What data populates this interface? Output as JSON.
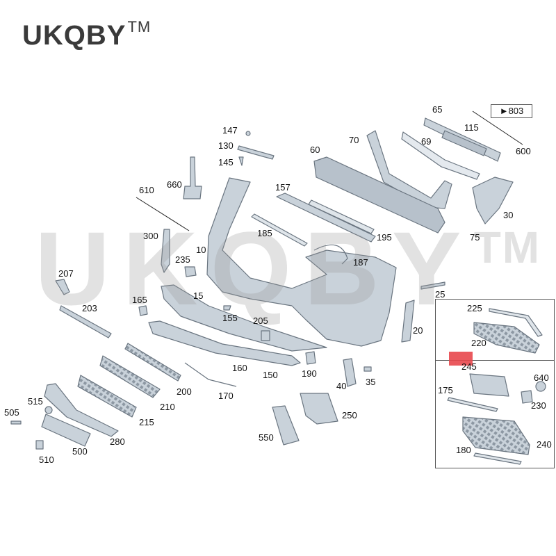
{
  "brand": {
    "name": "UKQBY",
    "tm": "TM"
  },
  "watermark": {
    "text": "UKQBY",
    "tm": "TM"
  },
  "reference_box": {
    "text": "803"
  },
  "colors": {
    "part_fill": "#c9d2da",
    "part_stroke": "#6a7580",
    "line": "#222222",
    "highlight": "#e8474d",
    "brand": "#3a3a3a"
  },
  "labels": [
    {
      "id": "l65",
      "text": "65"
    },
    {
      "id": "l115",
      "text": "115"
    },
    {
      "id": "l600",
      "text": "600"
    },
    {
      "id": "l69",
      "text": "69"
    },
    {
      "id": "l70",
      "text": "70"
    },
    {
      "id": "l60",
      "text": "60"
    },
    {
      "id": "l147",
      "text": "147"
    },
    {
      "id": "l130",
      "text": "130"
    },
    {
      "id": "l145",
      "text": "145"
    },
    {
      "id": "l660",
      "text": "660"
    },
    {
      "id": "l610",
      "text": "610"
    },
    {
      "id": "l157",
      "text": "157"
    },
    {
      "id": "l30",
      "text": "30"
    },
    {
      "id": "l75",
      "text": "75"
    },
    {
      "id": "l185",
      "text": "185"
    },
    {
      "id": "l195",
      "text": "195"
    },
    {
      "id": "l300",
      "text": "300"
    },
    {
      "id": "l10",
      "text": "10"
    },
    {
      "id": "l235",
      "text": "235"
    },
    {
      "id": "l187",
      "text": "187"
    },
    {
      "id": "l207",
      "text": "207"
    },
    {
      "id": "l165",
      "text": "165"
    },
    {
      "id": "l15",
      "text": "15"
    },
    {
      "id": "l25",
      "text": "25"
    },
    {
      "id": "l203",
      "text": "203"
    },
    {
      "id": "l155",
      "text": "155"
    },
    {
      "id": "l205",
      "text": "205"
    },
    {
      "id": "l20",
      "text": "20"
    },
    {
      "id": "l225",
      "text": "225"
    },
    {
      "id": "l220",
      "text": "220"
    },
    {
      "id": "l160",
      "text": "160"
    },
    {
      "id": "l150",
      "text": "150"
    },
    {
      "id": "l190",
      "text": "190"
    },
    {
      "id": "l245",
      "text": "245"
    },
    {
      "id": "l200",
      "text": "200"
    },
    {
      "id": "l170",
      "text": "170"
    },
    {
      "id": "l40",
      "text": "40"
    },
    {
      "id": "l35",
      "text": "35"
    },
    {
      "id": "l210",
      "text": "210"
    },
    {
      "id": "l640",
      "text": "640"
    },
    {
      "id": "l175",
      "text": "175"
    },
    {
      "id": "l230",
      "text": "230"
    },
    {
      "id": "l515",
      "text": "515"
    },
    {
      "id": "l505",
      "text": "505"
    },
    {
      "id": "l215",
      "text": "215"
    },
    {
      "id": "l250",
      "text": "250"
    },
    {
      "id": "l280",
      "text": "280"
    },
    {
      "id": "l550",
      "text": "550"
    },
    {
      "id": "l240",
      "text": "240"
    },
    {
      "id": "l180",
      "text": "180"
    },
    {
      "id": "l500",
      "text": "500"
    },
    {
      "id": "l510",
      "text": "510"
    }
  ]
}
